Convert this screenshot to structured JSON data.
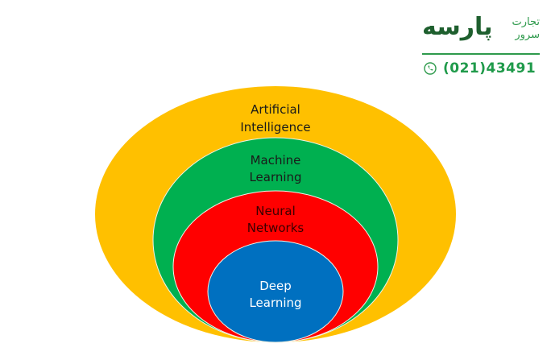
{
  "diagram": {
    "type": "nested-ellipses",
    "title": "",
    "layers": [
      {
        "id": "ai",
        "lines": [
          "Artificial",
          "Intelligence"
        ],
        "fill": "#ffc000",
        "text_color": "#1a1a1a",
        "level": 1
      },
      {
        "id": "ml",
        "lines": [
          "Machine",
          "Learning"
        ],
        "fill": "#00b050",
        "text_color": "#1a1a1a",
        "level": 2
      },
      {
        "id": "nn",
        "lines": [
          "Neural",
          "Networks"
        ],
        "fill": "#ff0000",
        "text_color": "#3a0000",
        "level": 3
      },
      {
        "id": "dl",
        "lines": [
          "Deep",
          "Learning"
        ],
        "fill": "#0070c0",
        "text_color": "#ffffff",
        "level": 4
      }
    ],
    "outline_color": "#f2f2e6"
  },
  "logo": {
    "brand_name": "پارسه",
    "brand_sub_line1": "تجارت",
    "brand_sub_line2": "سرور",
    "phone": "(021)43491",
    "phone_icon": "phone-icon",
    "brand_color": "#1e5f2e",
    "accent_color": "#2e9a4c"
  }
}
